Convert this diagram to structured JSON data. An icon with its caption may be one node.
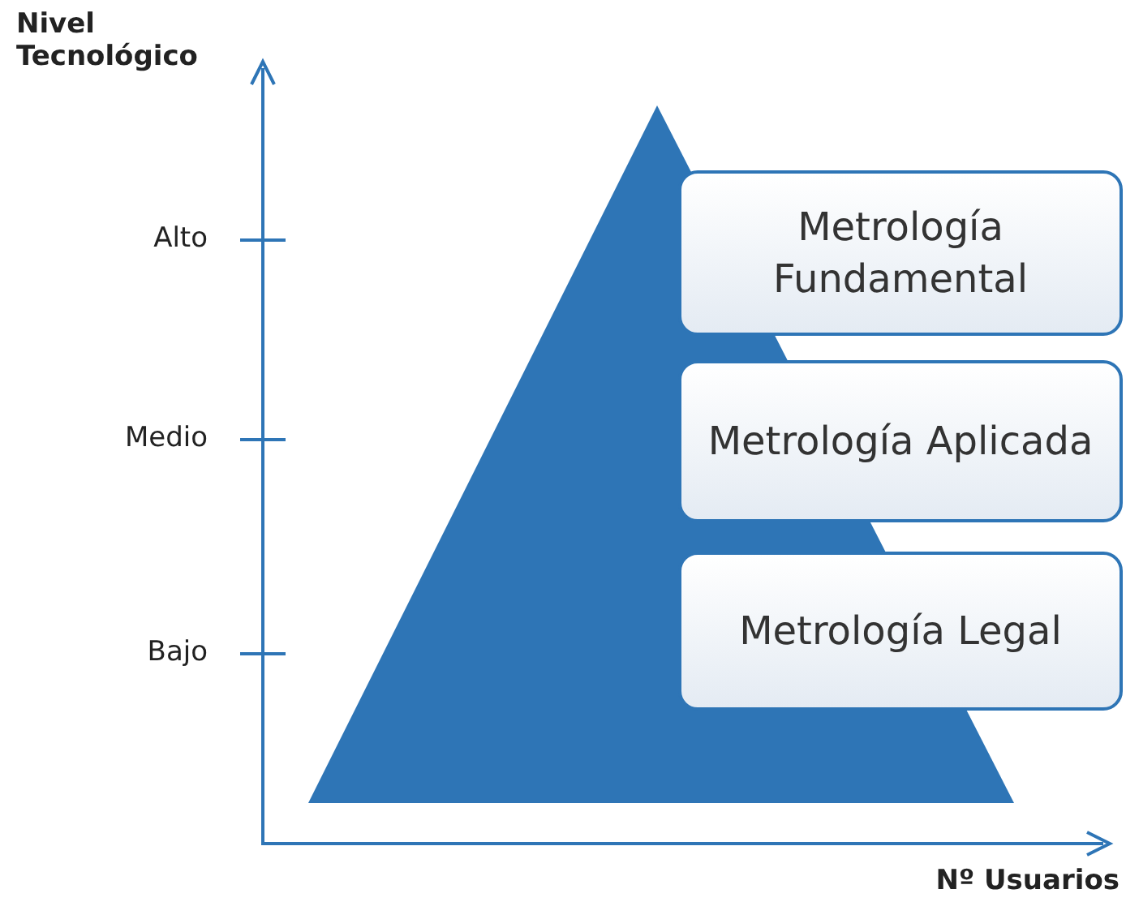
{
  "diagram": {
    "nodes": [
      {
        "text": [
          "Metrología Fundamental"
        ]
      },
      {
        "text": [
          "Metrología Aplicada"
        ]
      },
      {
        "text": [
          "Metrología Legal"
        ]
      }
    ],
    "edges": [],
    "labels": [
      "Nivel Tecnológico",
      "Alto",
      "Medio",
      "Bajo",
      "Nº Usuarios"
    ]
  }
}
